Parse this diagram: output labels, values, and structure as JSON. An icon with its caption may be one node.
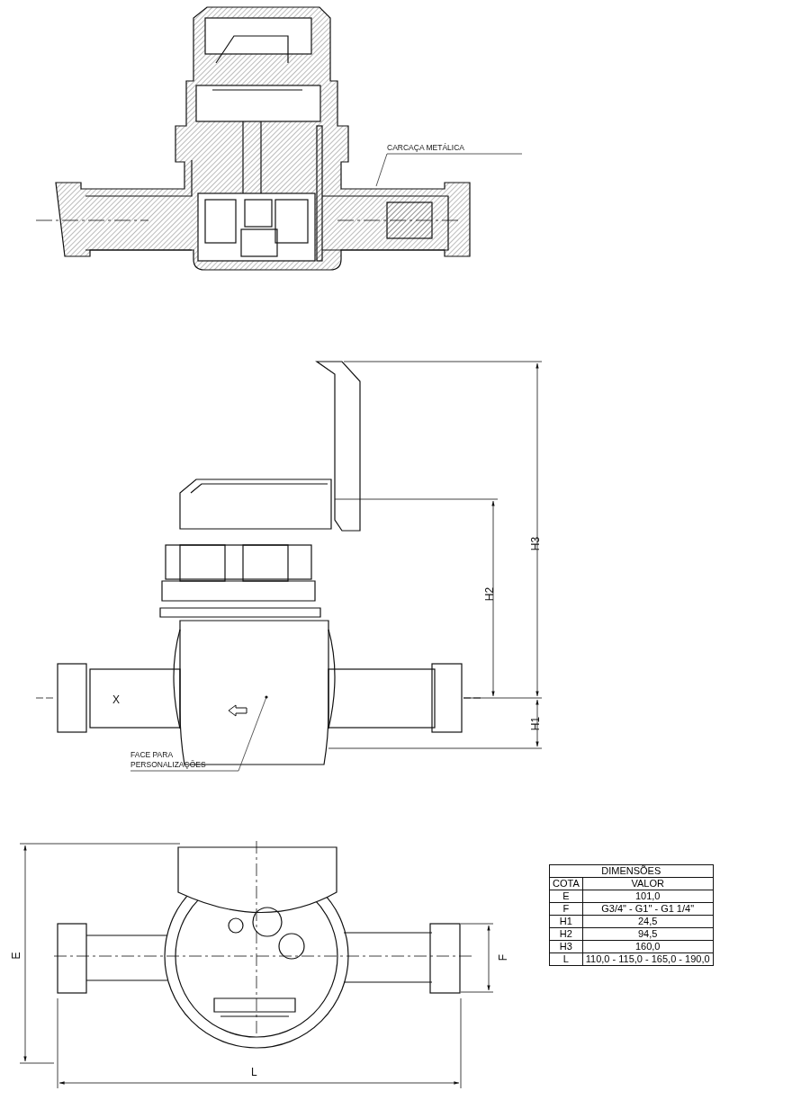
{
  "diagram": {
    "nodes": [
      {
        "text": [
          "CARCAÇA METÁLICA"
        ]
      },
      {
        "text": [
          "FACE PARA PERSONALIZAÇÕES"
        ]
      }
    ],
    "edges": [
      {
        "from": 0,
        "to": null,
        "arrow": "none"
      },
      {
        "from": 1,
        "to": null,
        "arrow": "other"
      }
    ],
    "labels": [
      "X",
      "H3",
      "H2",
      "H1",
      "E",
      "F",
      "L",
      "DIMENSÕES",
      "COTA",
      "VALOR",
      "E",
      "101,0",
      "F",
      "G3/4\" - G1\" - G1 1/4\"",
      "H1",
      "24,5",
      "H2",
      "94,5",
      "H3",
      "160,0",
      "L",
      "110,0 - 115,0 - 165,0 - 190,0"
    ]
  }
}
